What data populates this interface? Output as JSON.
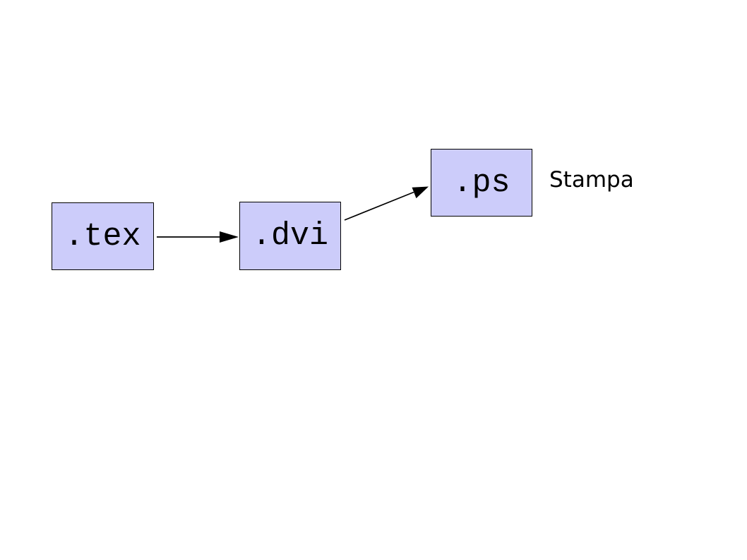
{
  "diagram": {
    "nodes": [
      {
        "id": "tex",
        "label": ".tex"
      },
      {
        "id": "dvi",
        "label": ".dvi"
      },
      {
        "id": "ps",
        "label": ".ps"
      }
    ],
    "annotation": {
      "label": "Stampa"
    },
    "edges": [
      {
        "from": "tex",
        "to": "dvi"
      },
      {
        "from": "dvi",
        "to": "ps"
      }
    ],
    "colors": {
      "node_fill": "#ccccfa",
      "node_border": "#000000",
      "arrow": "#000000",
      "background": "#ffffff"
    }
  }
}
